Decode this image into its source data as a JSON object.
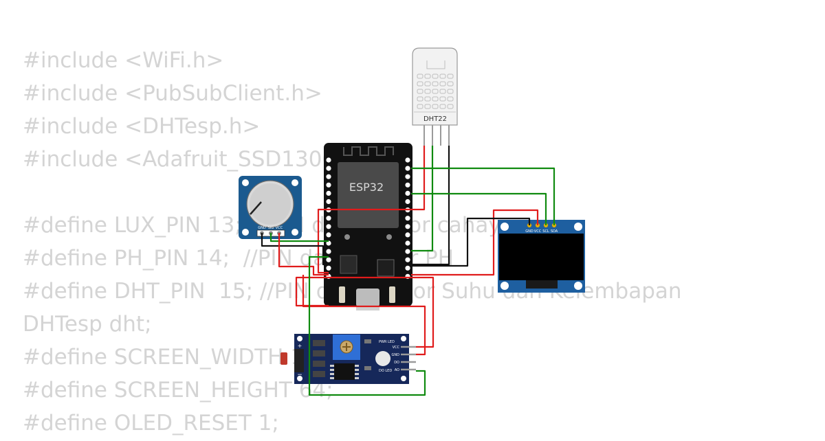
{
  "code_lines": [
    "#include <WiFi.h>",
    "#include <PubSubClient.h>",
    "#include <DHTesp.h>",
    "#include <Adafruit_SSD1306.h>",
    "",
    "#define LUX_PIN 13;  //PIN dari sensor cahaya",
    "#define PH_PIN 14;  //PIN dari sensor PH",
    "#define DHT_PIN  15; //PIN dari sensor Suhu dan Kelembapan",
    "DHTesp dht;",
    "#define SCREEN_WIDTH 128;",
    "#define SCREEN_HEIGHT 64;",
    "#define OLED_RESET 1;"
  ],
  "components": {
    "mcu_label": "ESP32",
    "dht_label": "DHT22",
    "pot_pins": [
      "GND",
      "SIG",
      "VCC"
    ],
    "oled_pins": [
      "GND",
      "VCC",
      "SCL",
      "SDA"
    ],
    "ldr_pins": [
      "VCC",
      "GND",
      "DO",
      "AO"
    ],
    "ldr_leds": [
      "PWR LED",
      "DO LED"
    ]
  },
  "colors": {
    "code_text": "#d4d4d4",
    "board_blue": "#1b5a8f",
    "oled_blue": "#1e5fa0",
    "ldr_navy": "#16285a",
    "wire_red": "#e01b1b",
    "wire_green": "#0f8a0f",
    "wire_black": "#111111"
  }
}
